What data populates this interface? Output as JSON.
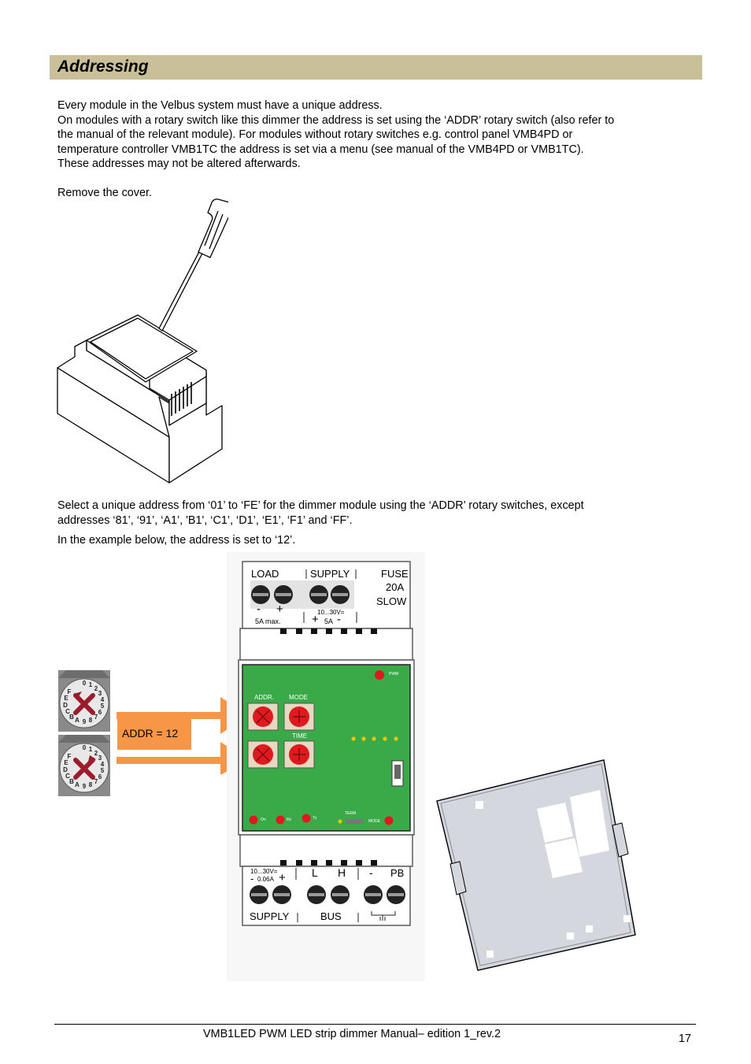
{
  "heading": "Addressing",
  "intro_lines": [
    "Every module in the Velbus system must have a unique address.",
    "On modules with a rotary switch like this dimmer the address is set using the ‘ADDR’ rotary switch (also refer to",
    "the manual of the relevant module). For modules without rotary switches e.g. control panel VMB4PD or",
    "temperature controller VMB1TC the address is set via a menu (see manual of the VMB4PD or VMB1TC).",
    "These addresses may not be altered afterwards."
  ],
  "remove_cover": "Remove the cover.",
  "select_lines": [
    "Select a unique address from ‘01’ to ‘FE’ for the dimmer module using the ‘ADDR’ rotary switches, except",
    "addresses ‘81’, ‘91’, ‘A1’, 'B1', ‘C1’, ‘D1’, ‘E1’, ‘F1’ and ‘FF’."
  ],
  "example_line": "In the example below, the address is set to ‘12’.",
  "callout": "ADDR = 12",
  "module": {
    "top_labels": {
      "load": "LOAD",
      "supply": "SUPPLY",
      "fuse": "FUSE",
      "fuse_rating": "20A",
      "fuse_type": "SLOW"
    },
    "load_polarity_minus": "-",
    "load_polarity_plus": "+",
    "load_max": "5A max.",
    "supply_range_top": "10...30V=",
    "supply_current_top": "5A",
    "supply_plus_top": "+",
    "supply_minus_top": "-",
    "pwm": "PWM",
    "addr": "ADDR.",
    "mode": "MODE",
    "time": "TIME",
    "led_on": "On",
    "led_rx": "Rx",
    "led_tx": "Tx",
    "term": "TERM",
    "mode_button": "MODE",
    "bottom_range": "10...30V=",
    "bottom_current": "0.06A",
    "bottom_minus": "-",
    "bottom_plus": "+",
    "bus_l": "L",
    "bus_h": "H",
    "pb_minus": "-",
    "pb": "PB",
    "bottom_supply": "SUPPLY",
    "bottom_bus": "BUS"
  },
  "dial_digits": [
    "0",
    "1",
    "2",
    "3",
    "4",
    "5",
    "6",
    "7",
    "8",
    "9",
    "A",
    "B",
    "C",
    "D",
    "E",
    "F"
  ],
  "footer": "VMB1LED PWM LED strip dimmer Manual– edition 1_rev.2",
  "page_number": "17",
  "colors": {
    "heading_bar": "#c9bf98",
    "arrow": "#f79646",
    "board": "#3aaa49",
    "led": "#e0191f",
    "cover": "#d4d7dd"
  }
}
